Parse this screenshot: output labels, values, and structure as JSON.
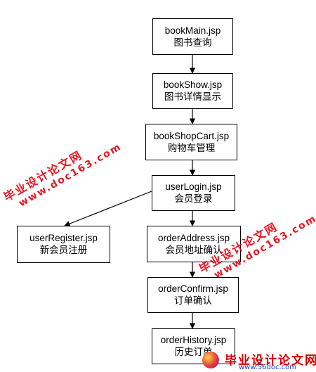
{
  "nodes": {
    "bookMain": {
      "name": "bookMain.jsp",
      "desc": "图书查询"
    },
    "bookShow": {
      "name": "bookShow.jsp",
      "desc": "图书详情显示"
    },
    "bookShopCart": {
      "name": "bookShopCart.jsp",
      "desc": "购物车管理"
    },
    "userLogin": {
      "name": "userLogin.jsp",
      "desc": "会员登录"
    },
    "userRegister": {
      "name": "userRegister.jsp",
      "desc": "新会员注册"
    },
    "orderAddress": {
      "name": "orderAddress.jsp",
      "desc": "会员地址确认"
    },
    "orderConfirm": {
      "name": "orderConfirm.jsp",
      "desc": "订单确认"
    },
    "orderHistory": {
      "name": "orderHistory.jsp",
      "desc": "历史订单"
    }
  },
  "edges": [
    {
      "from": "bookMain",
      "to": "bookShow"
    },
    {
      "from": "bookShow",
      "to": "bookShopCart"
    },
    {
      "from": "bookShopCart",
      "to": "userLogin"
    },
    {
      "from": "userLogin",
      "to": "userRegister"
    },
    {
      "from": "userLogin",
      "to": "orderAddress"
    },
    {
      "from": "orderAddress",
      "to": "orderConfirm"
    },
    {
      "from": "orderConfirm",
      "to": "orderHistory"
    }
  ],
  "watermarks": {
    "cn": "毕业设计论文网",
    "url": "www.doc163.com"
  },
  "logo": {
    "title": "毕业设计论文网",
    "site": "www.56doc.com"
  },
  "colors": {
    "stroke": "#000000",
    "watermark": "#e30613"
  }
}
